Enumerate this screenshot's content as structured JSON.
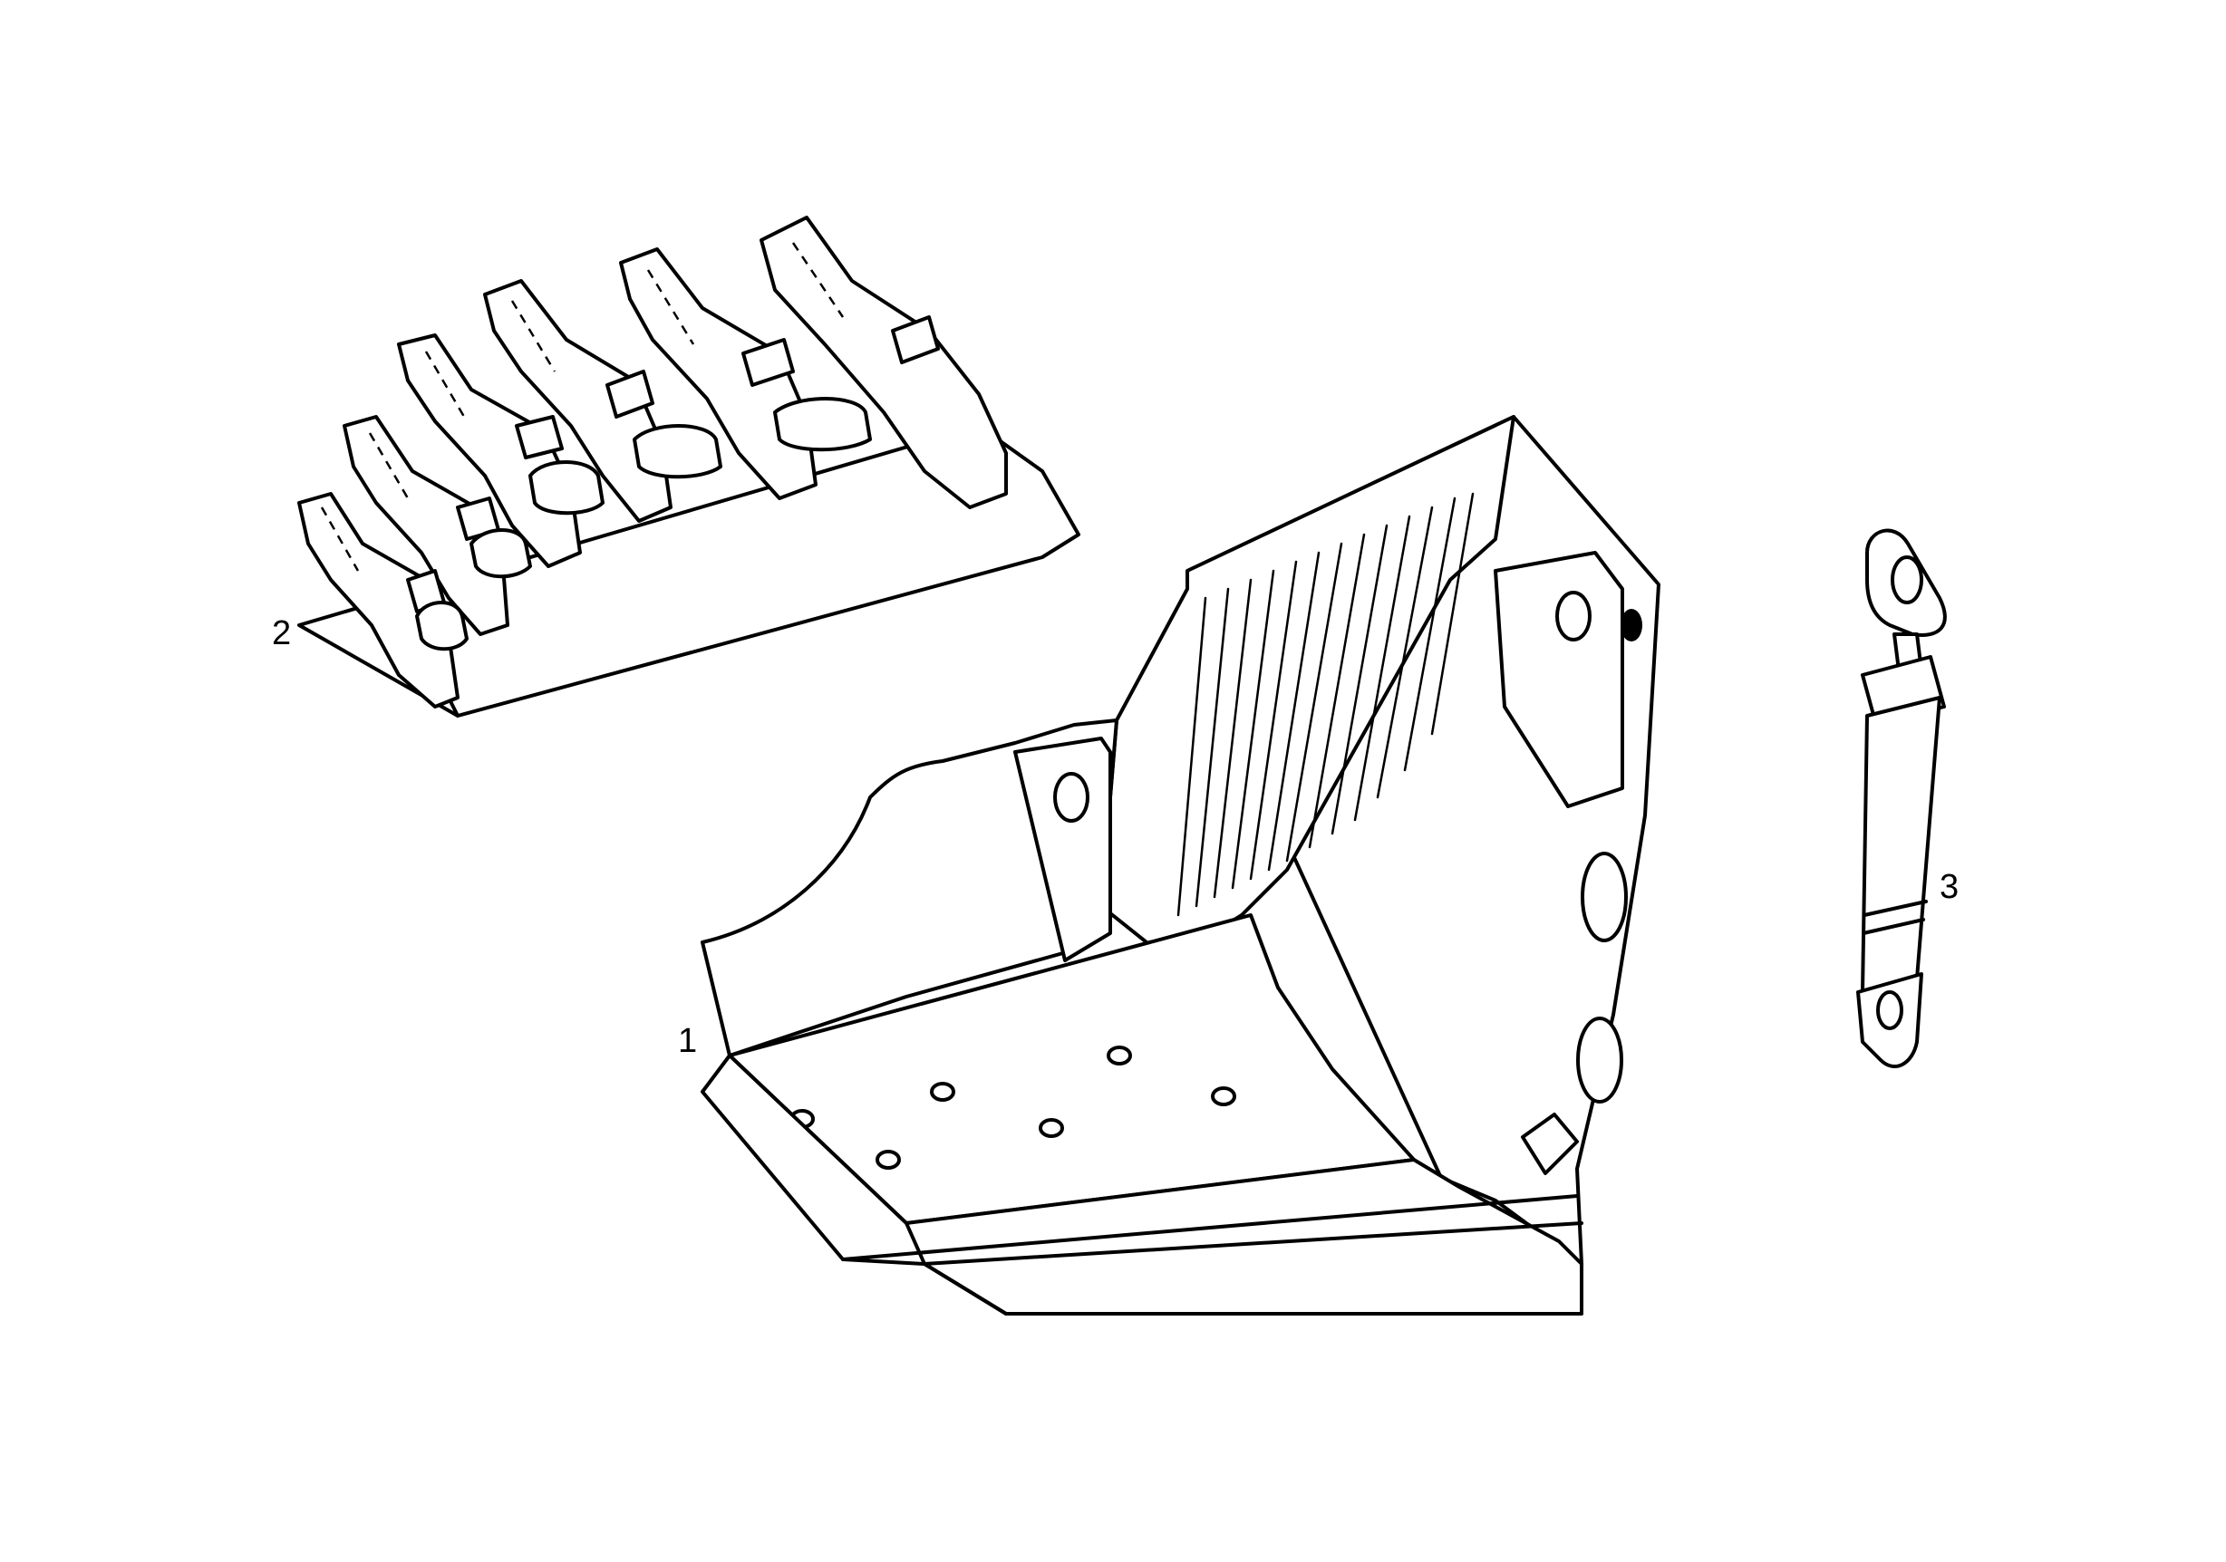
{
  "callouts": {
    "bucket": "1",
    "teeth": "2",
    "cylinder": "3"
  },
  "colors": {
    "line": "#000000",
    "background": "#ffffff"
  }
}
